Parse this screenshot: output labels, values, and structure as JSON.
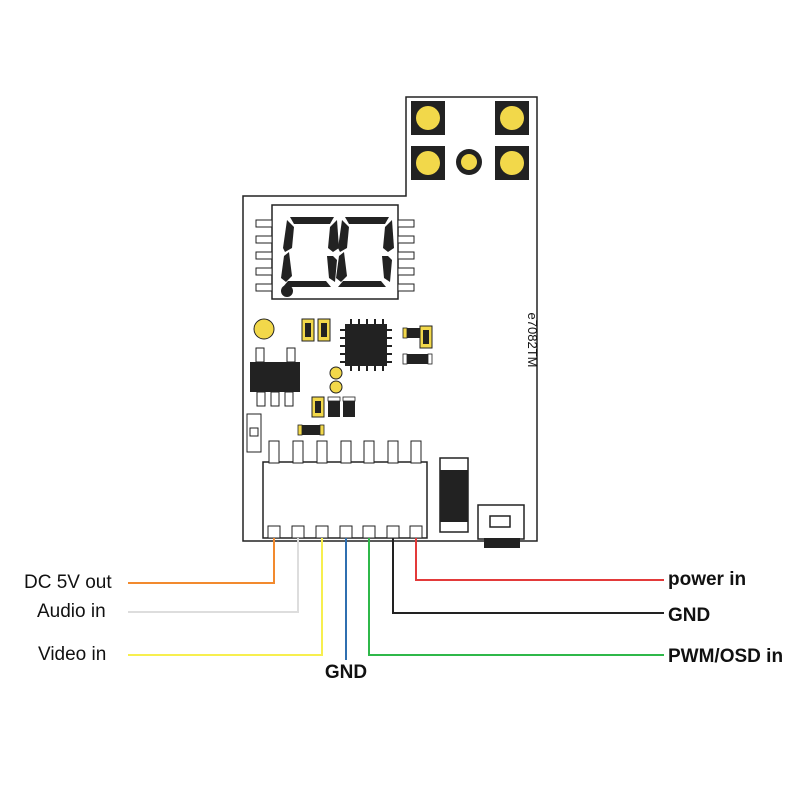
{
  "board": {
    "model_label": "e7082TM",
    "pad_color": "#f2d84a",
    "outline_color": "#222222"
  },
  "wires": [
    {
      "label": "DC 5V out",
      "color": "#f28a2e",
      "side": "left"
    },
    {
      "label": "Audio in",
      "color": "#dddddd",
      "side": "left"
    },
    {
      "label": "Video in",
      "color": "#f7ef4f",
      "side": "left"
    },
    {
      "label": "GND",
      "color": "#2f6fb0",
      "side": "bottom"
    },
    {
      "label": "PWM/OSD in",
      "color": "#2fb84a",
      "side": "right"
    },
    {
      "label": "GND",
      "color": "#222222",
      "side": "right"
    },
    {
      "label": "power in",
      "color": "#e33a3a",
      "side": "right"
    }
  ]
}
